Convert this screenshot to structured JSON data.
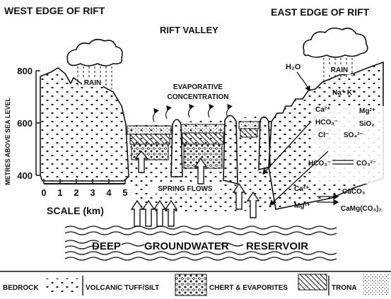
{
  "titles": {
    "west_edge": "WEST EDGE OF RIFT",
    "east_edge": "EAST EDGE OF RIFT",
    "rift_valley": "RIFT VALLEY"
  },
  "axis": {
    "label": "METRES ABOVE SEA LEVEL",
    "ticks": [
      "800",
      "600",
      "400"
    ]
  },
  "scale": {
    "ticks": [
      "0",
      "1",
      "2",
      "3",
      "4",
      "5"
    ],
    "label": "SCALE (km)"
  },
  "annotations": {
    "rain_west": "RAIN",
    "rain_east": "RAIN",
    "h2o": "H₂O",
    "evap_line1": "EVAPORATIVE",
    "evap_line2": "CONCENTRATION",
    "spring_flows": "SPRING FLOWS"
  },
  "ions": {
    "na_k": "Na⁺ K⁺",
    "ca": "Ca²⁺",
    "mg": "Mg²⁺",
    "hco3": "HCO₃⁻",
    "sio2": "SiO₂",
    "cl": "Cl⁻",
    "so4": "SO₄²⁻"
  },
  "reactions": {
    "carbonate_left": "HCO₃⁻",
    "carbonate_right": "CO₃²⁻",
    "ca2": "Ca²⁺",
    "mg2": "Mg²⁺",
    "caco3": "CaCO₃",
    "camgco3": "CaMg(CO₃)₂"
  },
  "reservoir": {
    "word1": "DEEP",
    "word2": "GROUNDWATER",
    "word3": "RESERVOIR"
  },
  "legend": [
    {
      "label": "BEDROCK"
    },
    {
      "label": "VOLCANIC TUFF/SILT"
    },
    {
      "label": "CHERT & EVAPORITES"
    },
    {
      "label": "TRONA"
    }
  ]
}
